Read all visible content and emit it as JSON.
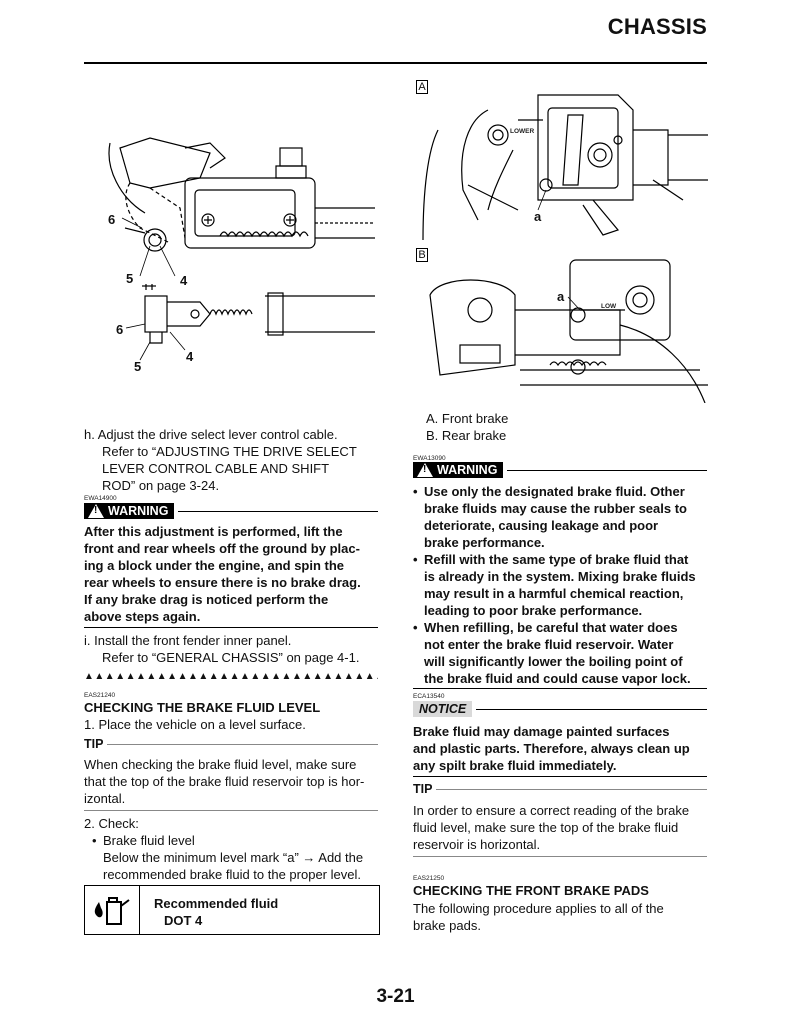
{
  "header": {
    "section_title": "CHASSIS"
  },
  "figure_left": {
    "top_labels": {
      "six": "6",
      "five": "5",
      "four": "4"
    },
    "bottom_labels": {
      "six": "6",
      "five": "5",
      "four": "4"
    }
  },
  "figure_right": {
    "box_a": "A",
    "box_b": "B",
    "callout_a1": "a",
    "callout_a2": "a",
    "lower_text": "LOWER",
    "low_text": "LOW",
    "captions": [
      "A.  Front brake",
      "B.  Rear brake"
    ]
  },
  "left": {
    "step_h": "h.  Adjust the drive select lever control cable.",
    "step_h_2": "Refer to “ADJUSTING THE DRIVE SELECT",
    "step_h_3": "LEVER CONTROL CABLE AND SHIFT",
    "step_h_4": "ROD” on page 3-24.",
    "warn_code": "EWA14900",
    "warn_label": "WARNING",
    "warn_lines": [
      "After this adjustment is performed, lift the",
      "front and rear wheels off the ground by plac-",
      "ing a block under the engine, and spin the",
      "rear wheels to ensure there is no brake drag.",
      "If any brake drag is noticed perform the",
      "above steps again."
    ],
    "step_i": "i.  Install the front fender inner panel.",
    "step_i_2": "Refer to “GENERAL CHASSIS” on page 4-1.",
    "triangles": "▲▲▲▲▲▲▲▲▲▲▲▲▲▲▲▲▲▲▲▲▲▲▲▲▲▲▲▲▲▲▲▲▲",
    "eas_code": "EAS21240",
    "section_title": "CHECKING THE BRAKE FLUID LEVEL",
    "step_1": "1.  Place the vehicle on a level surface.",
    "tip_label": "TIP",
    "tip_lines": [
      "When checking the brake fluid level, make sure",
      "that the top of the brake fluid reservoir top is hor-",
      "izontal."
    ],
    "step_2": "2.  Check:",
    "check_item": "Brake fluid level",
    "check_lines": [
      "Below the minimum level mark “a” → Add the",
      "recommended brake fluid to the proper level."
    ],
    "fluid_title": "Recommended fluid",
    "fluid_value": "DOT 4"
  },
  "right": {
    "warn_code": "EWA13090",
    "warn_label": "WARNING",
    "warn_bullets": [
      [
        "Use only the designated brake fluid. Other",
        "brake fluids may cause the rubber seals to",
        "deteriorate, causing leakage and poor",
        "brake performance."
      ],
      [
        "Refill with the same type of brake fluid that",
        "is already in the system. Mixing brake fluids",
        "may result in a harmful chemical reaction,",
        "leading to poor brake performance."
      ],
      [
        "When refilling, be careful that water does",
        "not enter the brake fluid reservoir. Water",
        "will significantly lower the boiling point of",
        "the brake fluid and could cause vapor lock."
      ]
    ],
    "notice_code": "ECA13540",
    "notice_label": "NOTICE",
    "notice_lines": [
      "Brake fluid may damage painted surfaces",
      "and plastic parts. Therefore, always clean up",
      "any spilt brake fluid immediately."
    ],
    "tip_label": "TIP",
    "tip_lines": [
      "In order to ensure a correct reading of the brake",
      "fluid level, make sure the top of the brake fluid",
      "reservoir is horizontal."
    ],
    "eas_code": "EAS21250",
    "section_title": "CHECKING THE FRONT BRAKE PADS",
    "body_lines": [
      "The following procedure applies to all of the",
      "brake pads."
    ]
  },
  "footer": {
    "page_number": "3-21"
  }
}
